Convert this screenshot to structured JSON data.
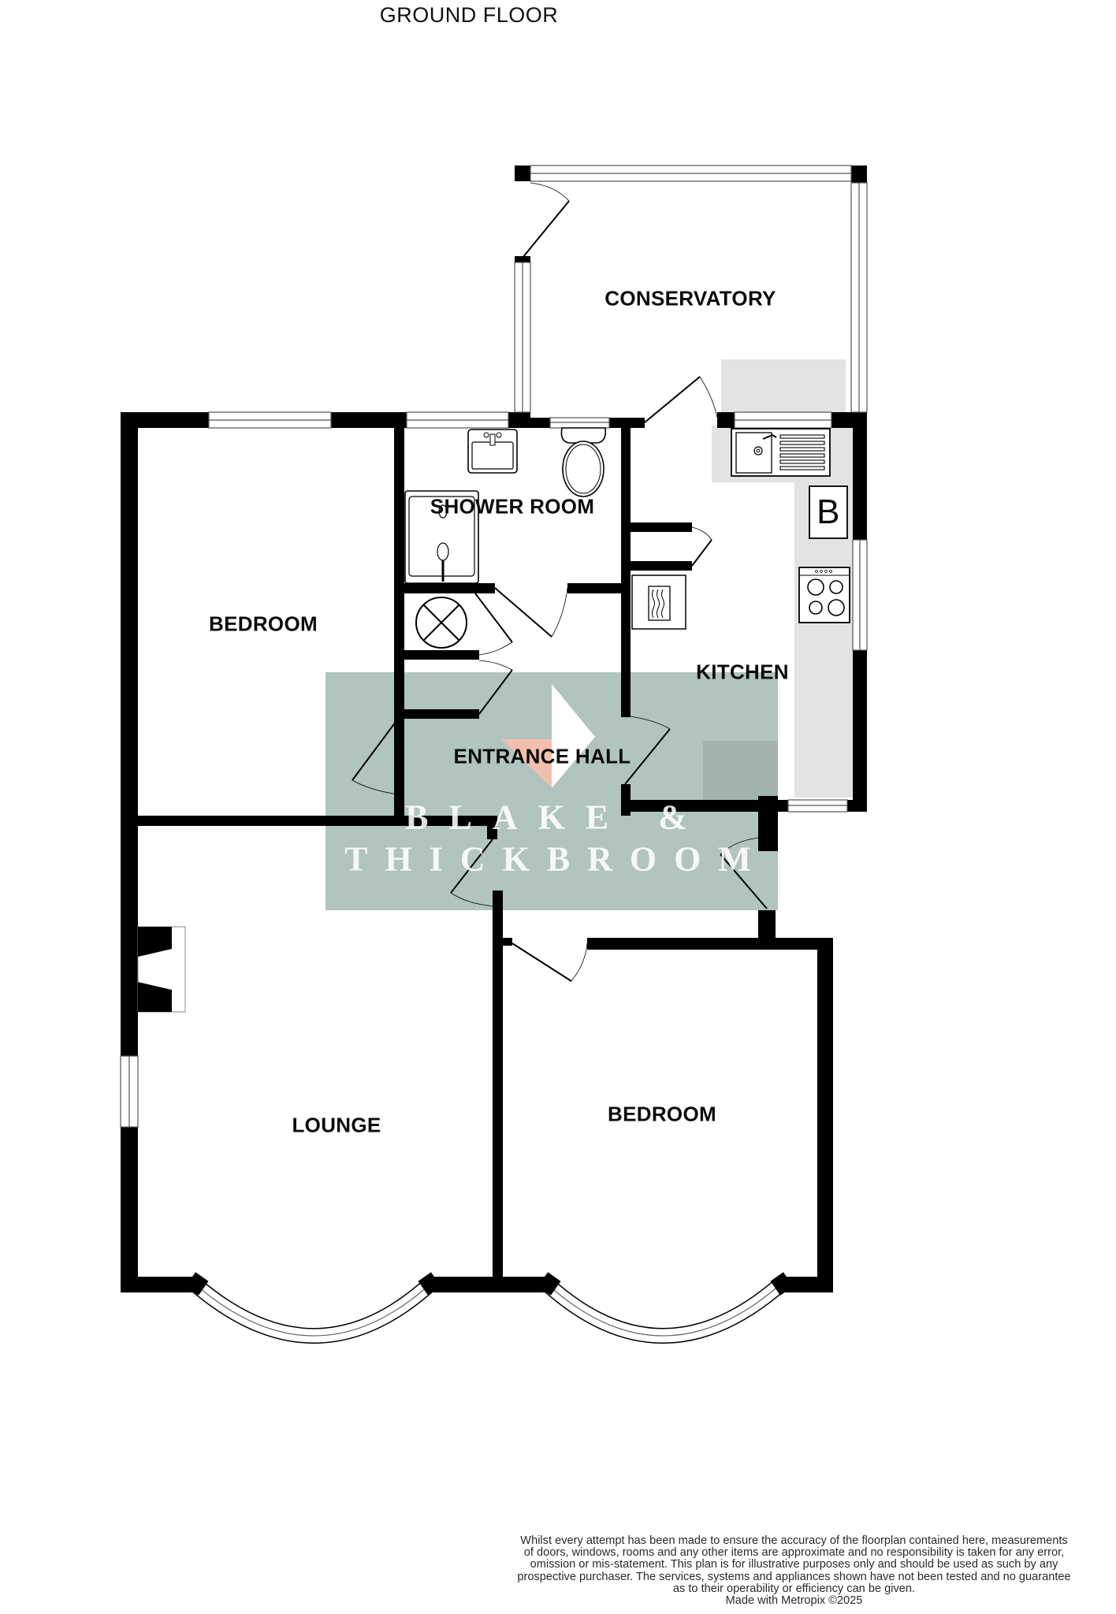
{
  "title": "GROUND FLOOR",
  "rooms": {
    "conservatory": "CONSERVATORY",
    "shower_room": "SHOWER ROOM",
    "bedroom_1": "BEDROOM",
    "kitchen": "KITCHEN",
    "entrance_hall": "ENTRANCE HALL",
    "lounge": "LOUNGE",
    "bedroom_2": "BEDROOM"
  },
  "fixtures": {
    "boiler_label": "B"
  },
  "watermark": {
    "line1": "BLAKE &",
    "line2": "THICKBROOM",
    "box_color": "#b1c4bf",
    "arrow_white": "#ffffff",
    "arrow_accent": "#f3bfac"
  },
  "colors": {
    "wall": "#000000",
    "worktop": "#e3e3e3",
    "background": "#ffffff"
  },
  "disclaimer": {
    "lines": [
      "Whilst every attempt has been made to ensure the accuracy of the floorplan contained here, measurements",
      "of doors, windows, rooms and any other items are approximate and no responsibility is taken for any error,",
      "omission or mis-statement. This plan is for illustrative purposes only and should be used as such by any",
      "prospective purchaser. The services, systems and appliances shown have not been tested and no guarantee",
      "as to their operability or efficiency can be given."
    ],
    "credit": "Made with Metropix ©2025"
  }
}
